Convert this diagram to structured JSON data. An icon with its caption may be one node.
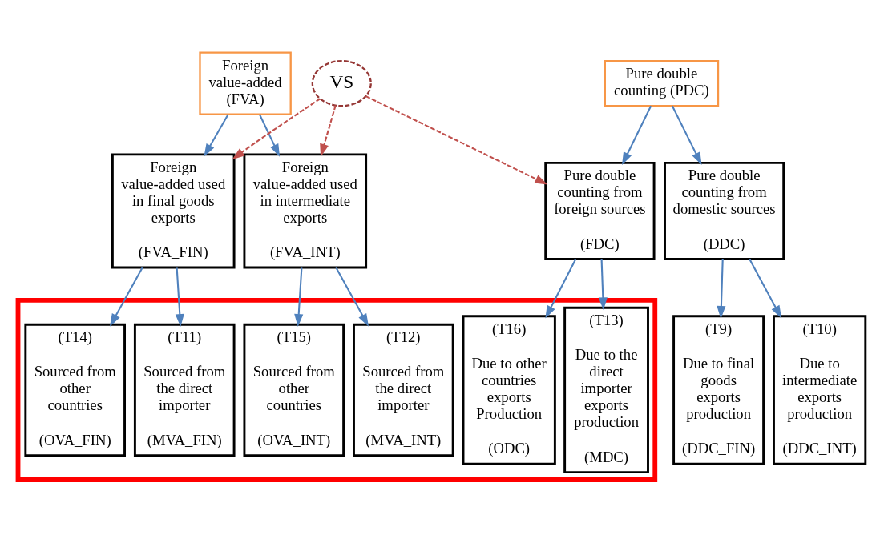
{
  "diagram": {
    "nodes": [
      {
        "text": [
          "Foreign value-added (FVA)"
        ]
      },
      {
        "text": [
          "VS"
        ]
      },
      {
        "text": [
          "Pure double counting (PDC)"
        ]
      },
      {
        "text": [
          "Foreign value-added used in final goods exports",
          "(FVA_FIN)"
        ]
      },
      {
        "text": [
          "Foreign value-added used in intermediate exports",
          "(FVA_INT)"
        ]
      },
      {
        "text": [
          "Pure double counting from foreign sources",
          "(FDC)"
        ]
      },
      {
        "text": [
          "Pure double counting from domestic sources",
          "(DDC)"
        ]
      },
      {
        "text": [],
        "shape": "box"
      },
      {
        "text": [
          "(T11)",
          "Sourced from the direct importer",
          "(MVA_FIN)"
        ],
        "in": 7
      },
      {
        "text": [
          "(T14)",
          "Sourced from other countries",
          "(OVA_FIN)"
        ],
        "in": 7
      },
      {
        "text": [
          "(T12)",
          "Sourced from the direct importer",
          "(MVA_INT)"
        ],
        "in": 7
      },
      {
        "text": [
          "(T15)",
          "Sourced from other countries",
          "(OVA_INT)"
        ],
        "in": 7
      },
      {
        "text": [
          "(T13)",
          "Due to the direct importer exports production",
          "(MDC)"
        ],
        "in": 7
      },
      {
        "text": [
          "(T16)",
          "Due to other countries exports Production",
          "(ODC)"
        ],
        "in": 7
      },
      {
        "text": [
          "(T9)",
          "Due to final goods exports production",
          "(DDC_FIN)"
        ]
      },
      {
        "text": [
          "(T10)",
          "Due to intermediate exports production",
          "(DDC_INT)"
        ]
      }
    ],
    "edges": [
      {
        "from": 0,
        "to": 3,
        "arrow": "to"
      },
      {
        "from": 0,
        "to": 4,
        "arrow": "to"
      },
      {
        "from": 1,
        "to": 3,
        "arrow": "to",
        "style": "dashed",
        "color": "#c0504d"
      },
      {
        "from": 1,
        "to": 4,
        "arrow": "to",
        "style": "dashed",
        "color": "#c0504d"
      },
      {
        "from": 1,
        "to": 5,
        "arrow": "to",
        "style": "dashed",
        "color": "#c0504d"
      },
      {
        "from": 2,
        "to": 5,
        "arrow": "to"
      },
      {
        "from": 2,
        "to": 6,
        "arrow": "to"
      },
      {
        "from": 3,
        "to": 8,
        "arrow": "to"
      },
      {
        "from": 3,
        "to": 9,
        "arrow": "to"
      },
      {
        "from": 4,
        "to": 10,
        "arrow": "to"
      },
      {
        "from": 4,
        "to": 11,
        "arrow": "to"
      },
      {
        "from": 5,
        "to": 12,
        "arrow": "to"
      },
      {
        "from": 5,
        "to": 13,
        "arrow": "to"
      },
      {
        "from": 6,
        "to": 14,
        "arrow": "to"
      },
      {
        "from": 6,
        "to": 15,
        "arrow": "to"
      }
    ]
  }
}
